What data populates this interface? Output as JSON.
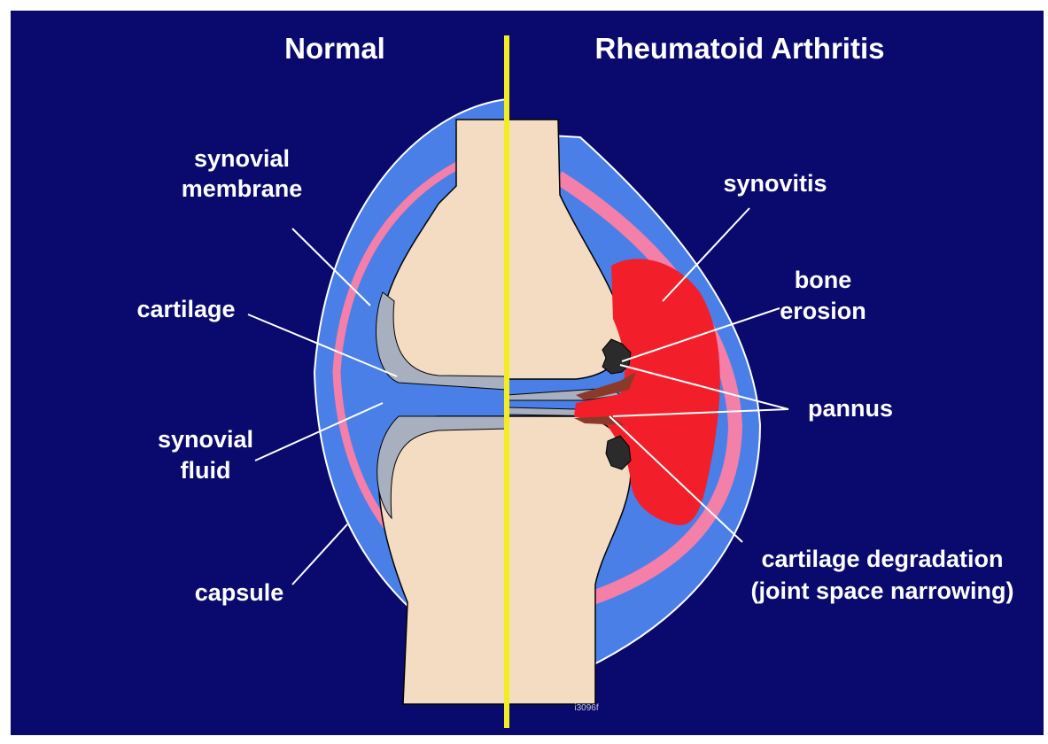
{
  "headings": {
    "left": "Normal",
    "right": "Rheumatoid Arthritis"
  },
  "labels": {
    "synovial_membrane_line1": "synovial",
    "synovial_membrane_line2": "membrane",
    "cartilage": "cartilage",
    "synovial_fluid_line1": "synovial",
    "synovial_fluid_line2": "fluid",
    "capsule": "capsule",
    "synovitis": "synovitis",
    "bone_erosion_line1": "bone",
    "bone_erosion_line2": "erosion",
    "pannus": "pannus",
    "cartilage_degradation_line1": "cartilage degradation",
    "cartilage_degradation_line2": "(joint space narrowing)"
  },
  "figure_code": "i3096f",
  "colors": {
    "background": "#0a0a6e",
    "capsule_fill": "#4a7fe8",
    "membrane": "#f47fa8",
    "bone": "#f3dcc1",
    "cartilage": "#a8b0c0",
    "pannus": "#f21f2a",
    "erosion": "#2b2b2b",
    "divider": "#f2ec24",
    "label_text": "#ffffff"
  }
}
